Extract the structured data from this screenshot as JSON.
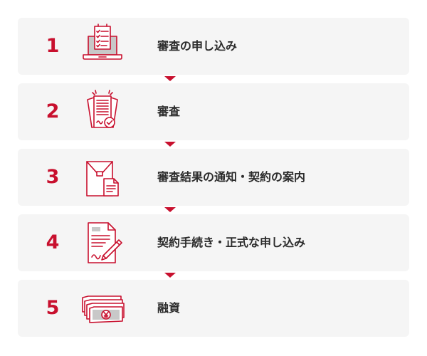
{
  "accent_color": "#c8102e",
  "steps": [
    {
      "number": "1",
      "label": "審査の申し込み",
      "icon": "laptop-checklist-icon"
    },
    {
      "number": "2",
      "label": "審査",
      "icon": "document-review-icon"
    },
    {
      "number": "3",
      "label": "審査結果の通知・契約の案内",
      "icon": "envelope-document-icon"
    },
    {
      "number": "4",
      "label": "契約手続き・正式な申し込み",
      "icon": "contract-pen-icon"
    },
    {
      "number": "5",
      "label": "融資",
      "icon": "yen-banknotes-icon"
    }
  ]
}
